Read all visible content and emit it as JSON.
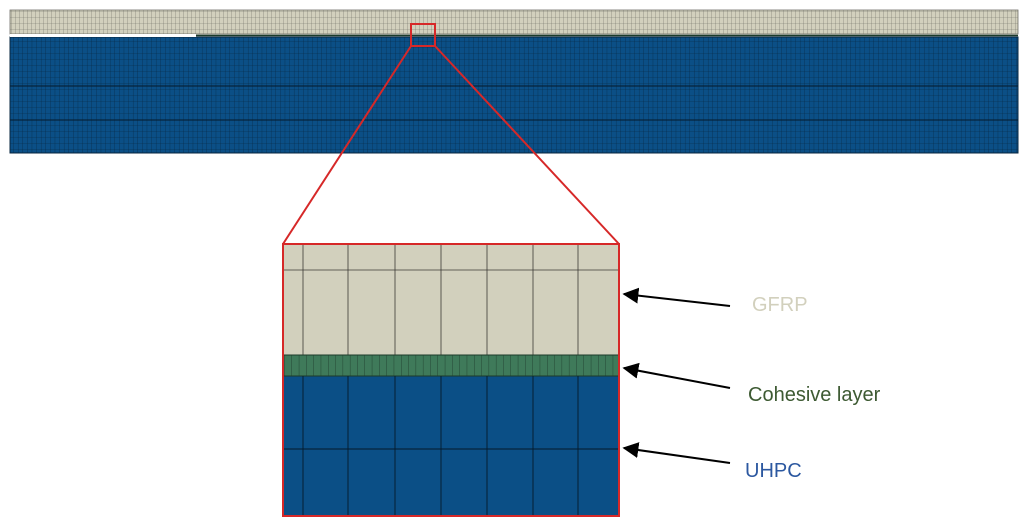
{
  "labels": {
    "gfrp": "GFRP",
    "cohesive": "Cohesive layer",
    "uhpc": "UHPC"
  },
  "colors": {
    "gfrp_fill": "#d2d0bd",
    "cohesive_fill": "#3f7a5a",
    "uhpc_fill": "#0b4f86",
    "zoom_outline": "#d62828",
    "gfrp_text": "#d2d0bd",
    "cohesive_text": "#3d5a32",
    "uhpc_text": "#2c58a0",
    "arrow": "#000000"
  }
}
